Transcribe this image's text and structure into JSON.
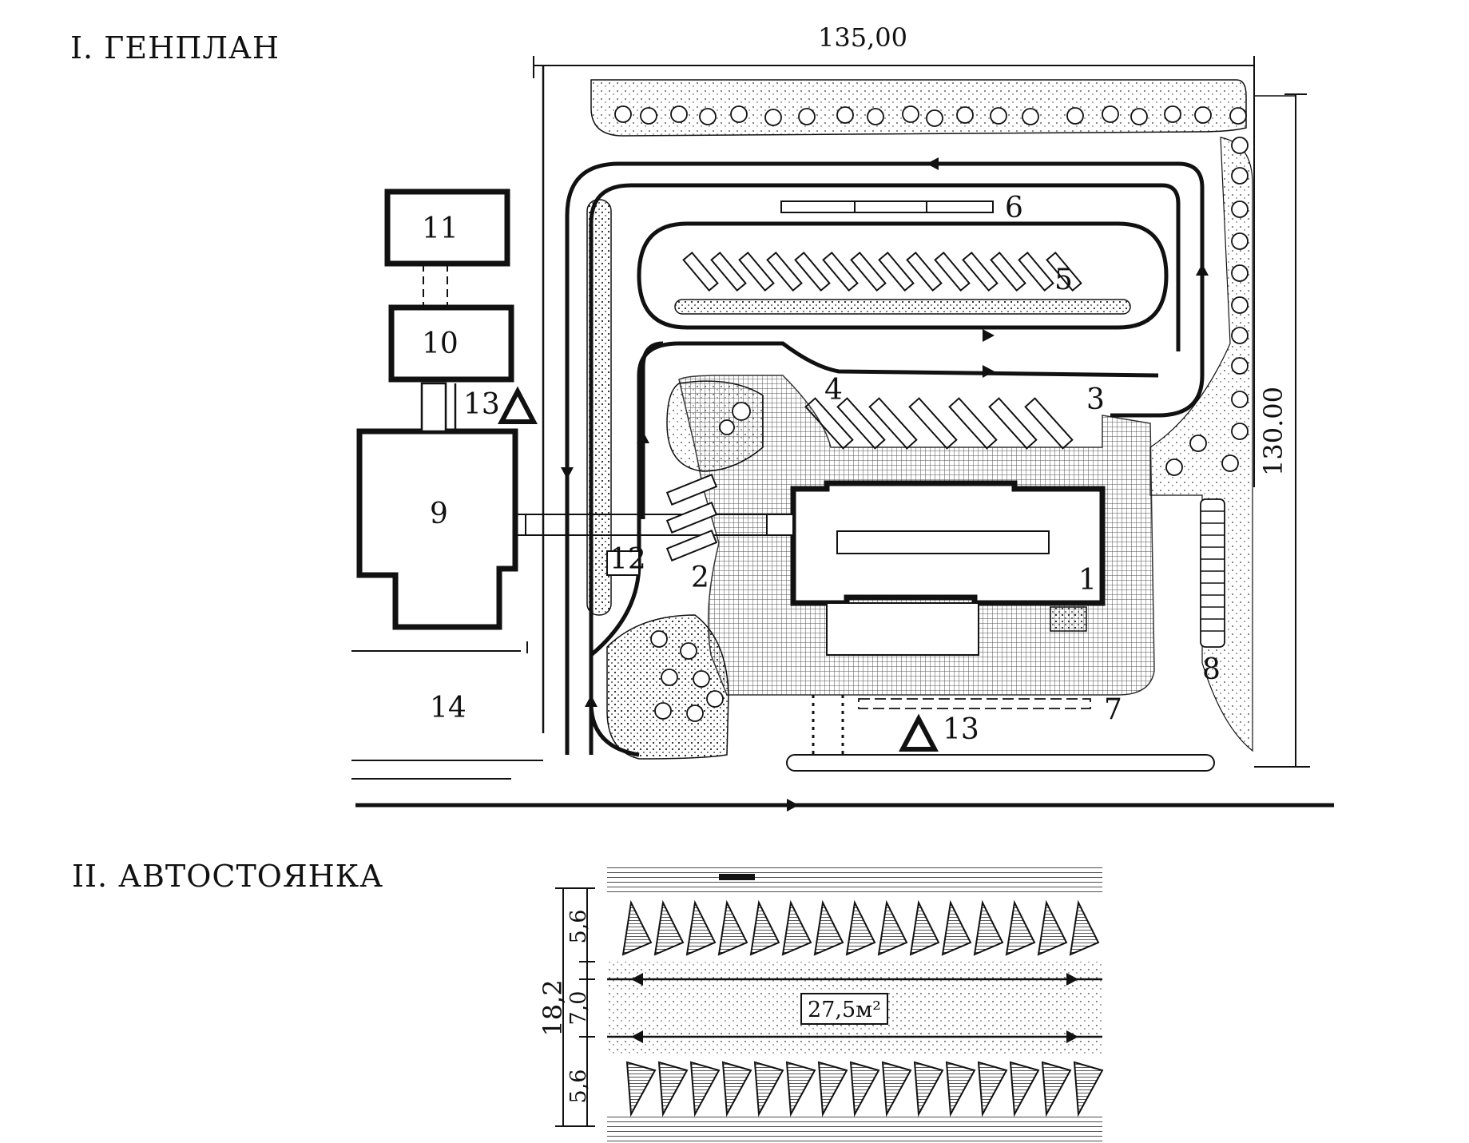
{
  "sections": {
    "genplan_title": "I. ГЕНПЛАН",
    "parking_title": "II. АВТОСТОЯНКА"
  },
  "genplan": {
    "width_dim": "135,00",
    "height_dim": "130.00",
    "labels": {
      "l1": "1",
      "l2": "2",
      "l3": "3",
      "l4": "4",
      "l5": "5",
      "l6": "6",
      "l7": "7",
      "l8": "8",
      "l9": "9",
      "l10": "10",
      "l11": "11",
      "l12": "12",
      "l13a": "13",
      "l13b": "13",
      "l14": "14"
    }
  },
  "parking": {
    "dim_total": "18,2",
    "dim_row_top": "5,6",
    "dim_aisle": "7,0",
    "dim_row_bottom": "5,6",
    "area_label": "27,5м²"
  }
}
